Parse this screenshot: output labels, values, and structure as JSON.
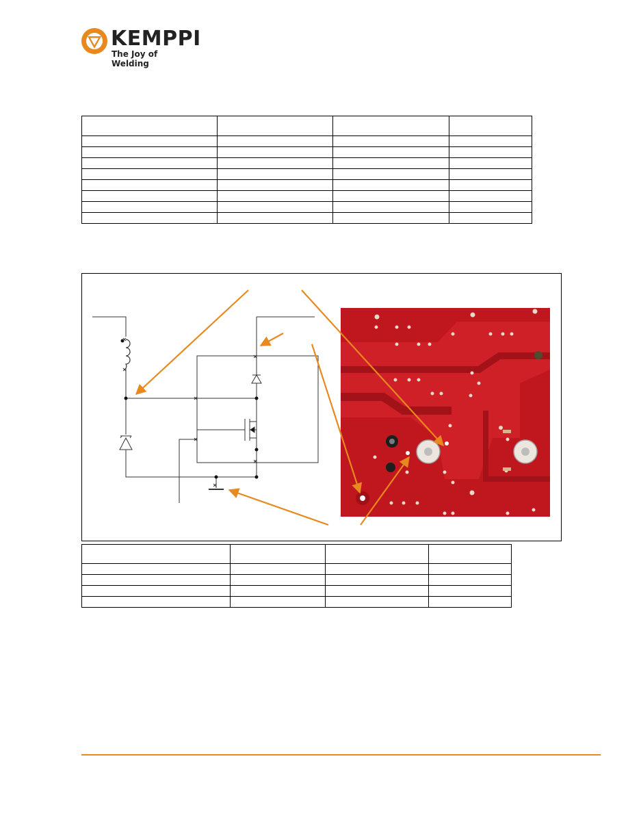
{
  "brand": {
    "name": "KEMPPI",
    "tagline": "The Joy of Welding",
    "accent_color": "#e8891f",
    "logo_icon": "kemppi-badge-icon"
  },
  "table_top": {
    "rows": [
      [
        "",
        "",
        "",
        ""
      ],
      [
        "",
        "",
        "",
        ""
      ],
      [
        "",
        "",
        "",
        ""
      ],
      [
        "",
        "",
        "",
        ""
      ],
      [
        "",
        "",
        "",
        ""
      ],
      [
        "",
        "",
        "",
        ""
      ],
      [
        "",
        "",
        "",
        ""
      ],
      [
        "",
        "",
        "",
        ""
      ],
      [
        "",
        "",
        "",
        ""
      ]
    ]
  },
  "figure": {
    "schematic": "circuit-schematic",
    "photo": "pcb-photo",
    "pcb_color": "#c0161d",
    "arrow_color": "#e8891f"
  },
  "table_bottom": {
    "rows": [
      [
        "",
        "",
        "",
        ""
      ],
      [
        "",
        "",
        "",
        ""
      ],
      [
        "",
        "",
        "",
        ""
      ],
      [
        "",
        "",
        "",
        ""
      ],
      [
        "",
        "",
        "",
        ""
      ]
    ]
  },
  "footer": {
    "rule_color": "#e8891f"
  }
}
